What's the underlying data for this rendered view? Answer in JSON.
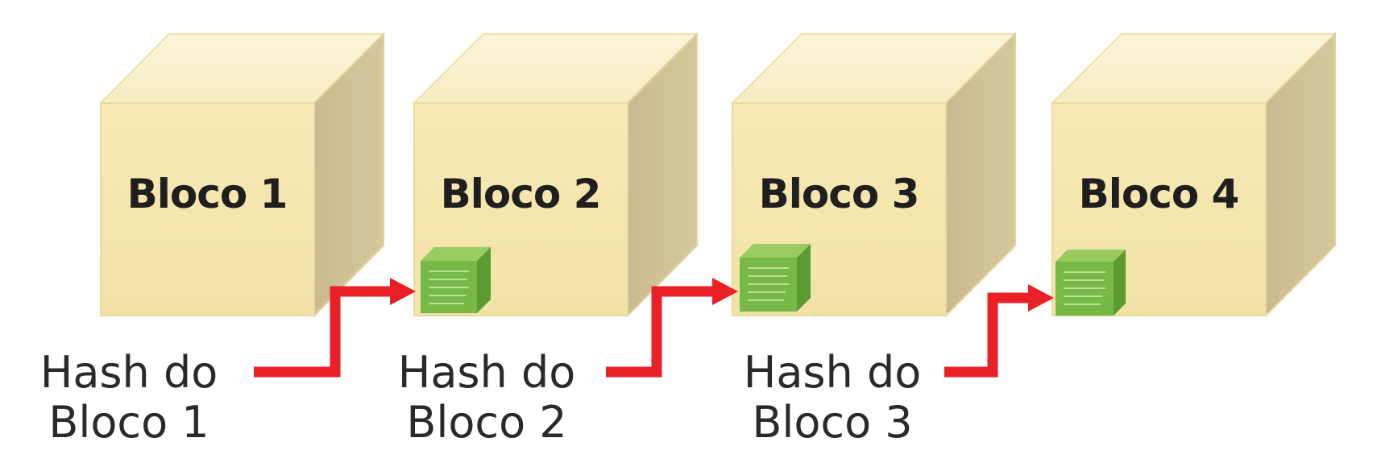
{
  "blocks": [
    {
      "label": "Bloco 1",
      "has_hash": false
    },
    {
      "label": "Bloco 2",
      "has_hash": true
    },
    {
      "label": "Bloco 3",
      "has_hash": true
    },
    {
      "label": "Bloco 4",
      "has_hash": true
    }
  ],
  "hashes": [
    {
      "line1": "Hash do",
      "line2": "Bloco 1"
    },
    {
      "line1": "Hash do",
      "line2": "Bloco 2"
    },
    {
      "line1": "Hash do",
      "line2": "Bloco 3"
    }
  ],
  "colors": {
    "cube_front": "#f6e8b0",
    "cube_top": "#f9efc6",
    "cube_side": "#cbbe94",
    "cube_edge": "#ead9a0",
    "hash_cube_front": "#76b947",
    "hash_cube_top": "#9acb5e",
    "hash_cube_side": "#5c9a33",
    "arrow": "#ea2027"
  },
  "icons": {
    "block": "cube-icon",
    "hash": "hash-cube-icon",
    "arrow": "right-angle-arrow-icon"
  }
}
